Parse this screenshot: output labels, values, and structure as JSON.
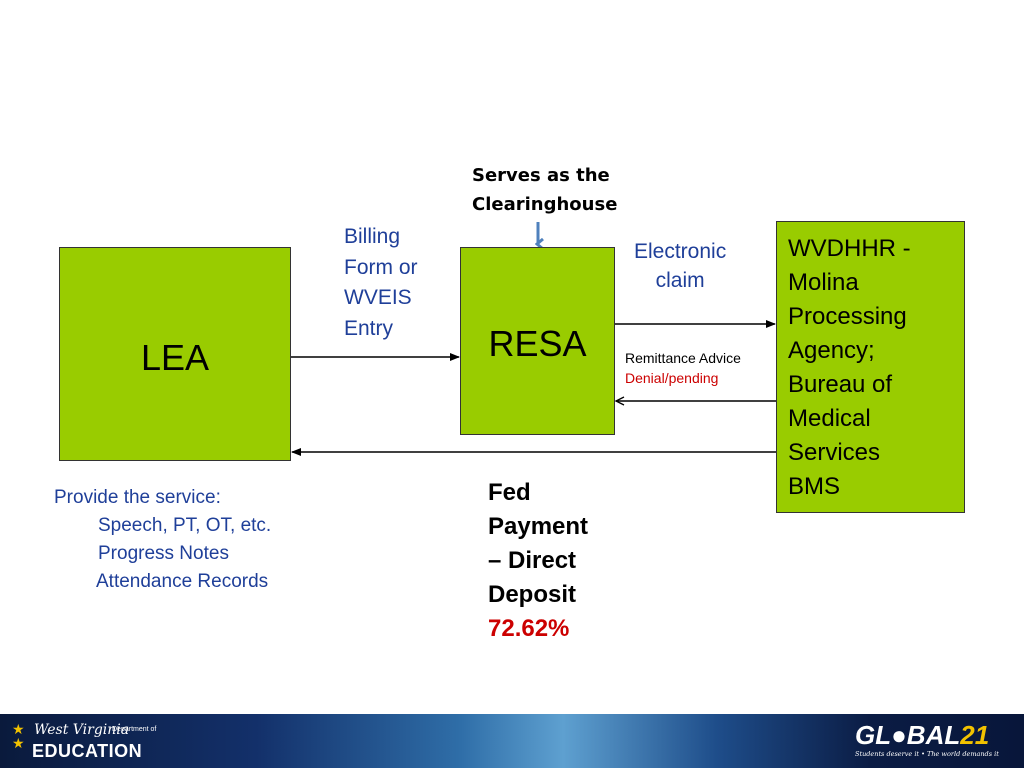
{
  "clearinghouse": {
    "line1": "Serves as the",
    "line2": "Clearinghouse"
  },
  "boxes": {
    "lea": "LEA",
    "resa": "RESA",
    "wv": [
      "WVDHHR -",
      "Molina",
      "Processing",
      "Agency;",
      "Bureau of",
      "Medical",
      "Services",
      "BMS"
    ]
  },
  "billing": [
    "Billing",
    "Form or",
    "WVEIS",
    "Entry"
  ],
  "electronic_claim": [
    "Electronic",
    "claim"
  ],
  "remittance": {
    "label": "Remittance Advice",
    "status": "Denial/pending"
  },
  "fed_payment": {
    "lines": [
      "Fed",
      "Payment",
      "– Direct",
      "Deposit"
    ],
    "percent": "72.62%"
  },
  "service": {
    "heading": "Provide the service:",
    "items": [
      "Speech, PT, OT, etc.",
      "Progress Notes",
      "Attendance Records"
    ]
  },
  "footer": {
    "wv_logo": {
      "script": "West Virginia",
      "dept": "Department of",
      "edu": "EDUCATION"
    },
    "global21": {
      "name": "GL●BAL",
      "num": "21",
      "tagline": "Students deserve it • The world demands it"
    }
  },
  "colors": {
    "box_fill": "#99cc00",
    "blue_text": "#1f3f99",
    "red_text": "#cc0000",
    "clearinghouse_arrow": "#4f81bd"
  }
}
